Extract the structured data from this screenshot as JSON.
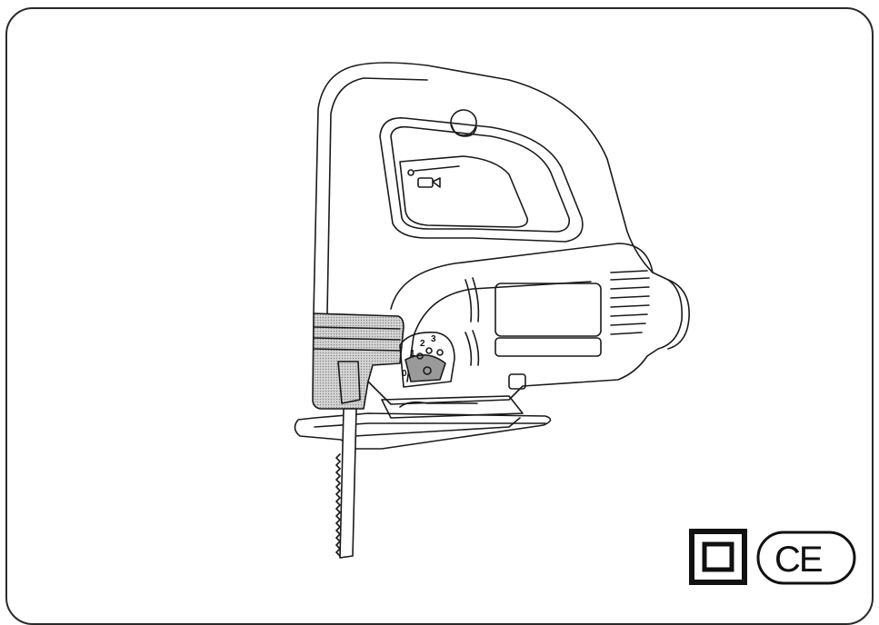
{
  "product_illustration": {
    "subject": "jigsaw",
    "stroke_color": "#1a1a1a",
    "shade_color": "#b8b8b8",
    "speed_dial_labels": [
      "0",
      "1",
      "2",
      "3"
    ]
  },
  "marks": {
    "double_insulation_icon": "double-insulation-square",
    "ce_label": "CE"
  }
}
